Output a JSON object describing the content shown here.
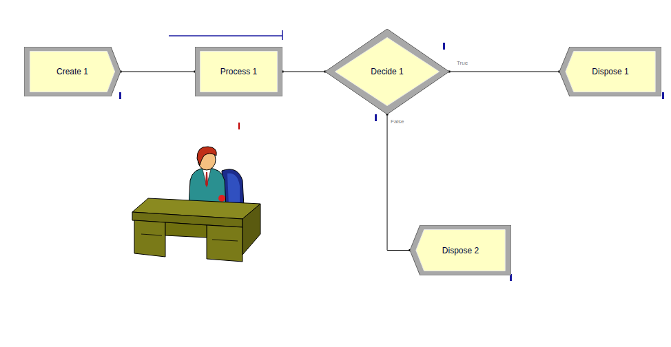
{
  "diagram": {
    "nodes": [
      {
        "text": [
          "Create 1"
        ]
      },
      {
        "text": [
          "Process 1"
        ]
      },
      {
        "text": [
          "Decide 1"
        ]
      },
      {
        "text": [
          "Dispose 1"
        ]
      },
      {
        "text": [
          "Dispose 2"
        ]
      }
    ],
    "edges": [
      {
        "from": 0,
        "to": 1,
        "arrow": "none"
      },
      {
        "from": 1,
        "to": 2,
        "arrow": "none"
      },
      {
        "from": 2,
        "to": 3,
        "label": "True",
        "arrow": "none"
      },
      {
        "from": 2,
        "to": 4,
        "label": "False",
        "arrow": "none"
      }
    ]
  }
}
